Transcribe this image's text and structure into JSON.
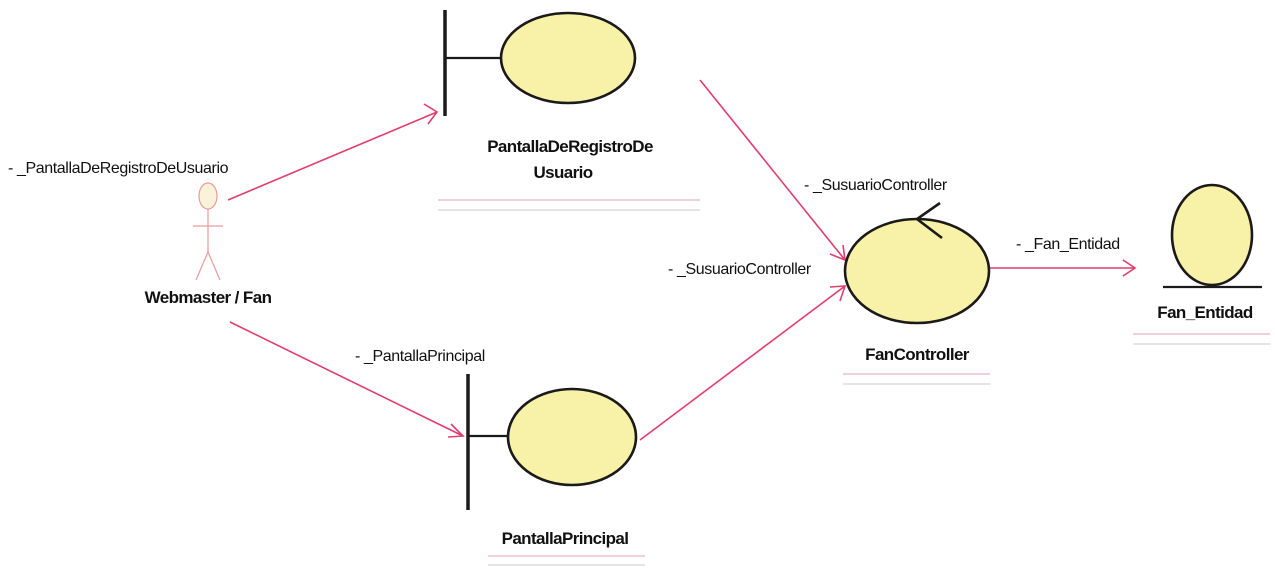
{
  "actor": {
    "name": "Webmaster / Fan"
  },
  "boundaries": [
    {
      "id": "registro",
      "name_line1": "PantallaDeRegistroDe",
      "name_line2": "Usuario"
    },
    {
      "id": "principal",
      "name": "PantallaPrincipal"
    }
  ],
  "controllers": [
    {
      "id": "fan-controller",
      "name": "FanController"
    }
  ],
  "entities": [
    {
      "id": "fan-entidad",
      "name": "Fan_Entidad"
    }
  ],
  "associations": [
    {
      "from": "Webmaster / Fan",
      "to": "PantallaDeRegistroDeUsuario",
      "role": "- _PantallaDeRegistroDeUsuario"
    },
    {
      "from": "Webmaster / Fan",
      "to": "PantallaPrincipal",
      "role": "- _PantallaPrincipal"
    },
    {
      "from": "PantallaDeRegistroDeUsuario",
      "to": "FanController",
      "role": "- _SusuarioController"
    },
    {
      "from": "PantallaPrincipal",
      "to": "FanController",
      "role": "- _SusuarioController"
    },
    {
      "from": "FanController",
      "to": "Fan_Entidad",
      "role": "- _Fan_Entidad"
    }
  ],
  "colors": {
    "element_fill": "#f8f1a8",
    "outline": "#1a1a1a",
    "association": "#e23c6e",
    "actor": "#e99a9a"
  }
}
